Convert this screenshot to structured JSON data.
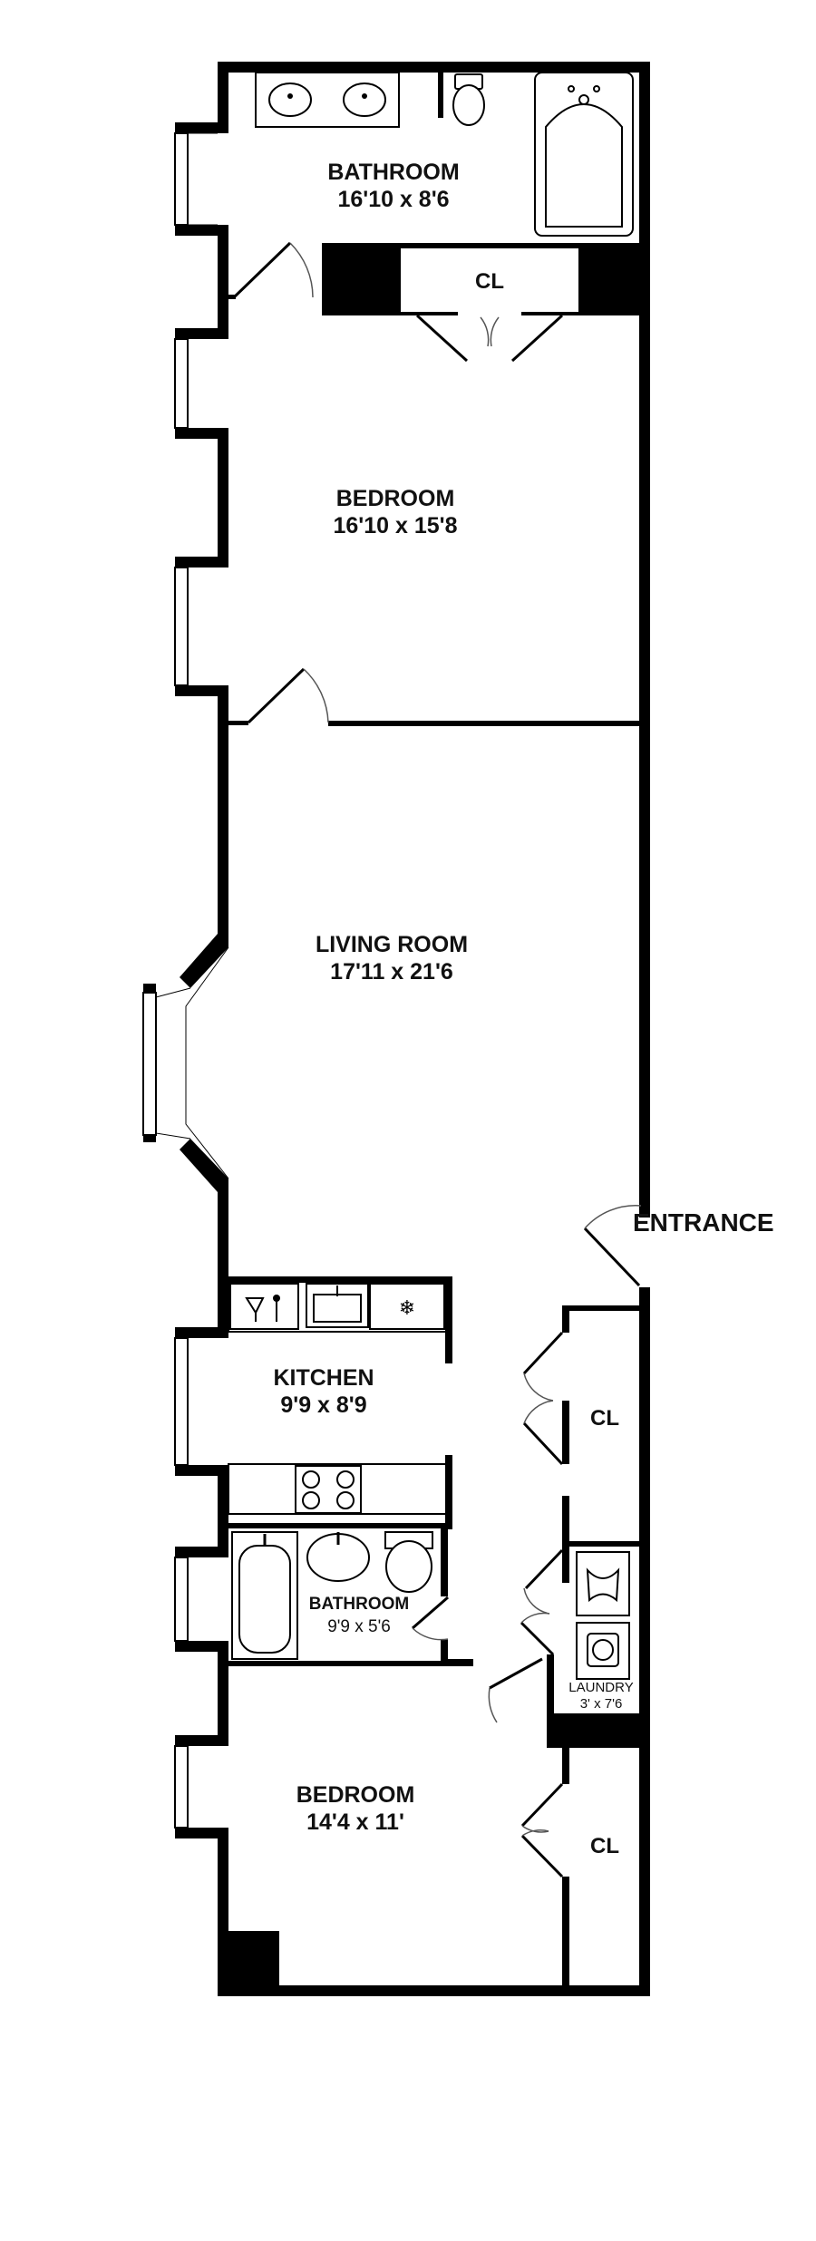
{
  "rooms": {
    "bathroom_master": {
      "name": "BATHROOM",
      "dims": "16'10 x 8'6"
    },
    "bedroom_master": {
      "name": "BEDROOM",
      "dims": "16'10 x 15'8"
    },
    "living_room": {
      "name": "LIVING ROOM",
      "dims": "17'11 x 21'6"
    },
    "kitchen": {
      "name": "KITCHEN",
      "dims": "9'9 x 8'9"
    },
    "bathroom_second": {
      "name": "BATHROOM",
      "dims": "9'9 x 5'6"
    },
    "laundry": {
      "name": "LAUNDRY",
      "dims": "3' x 7'6"
    },
    "bedroom_second": {
      "name": "BEDROOM",
      "dims": "14'4 x 11'"
    }
  },
  "closets": {
    "closet_master": "CL",
    "closet_hall_upper": "CL",
    "closet_bedroom_second": "CL"
  },
  "entrance": "ENTRANCE",
  "icons": [
    "sink-icon",
    "toilet-icon",
    "bathtub-icon",
    "stove-icon",
    "refrigerator-icon",
    "washer-icon",
    "dryer-icon",
    "dishwasher-icon"
  ]
}
